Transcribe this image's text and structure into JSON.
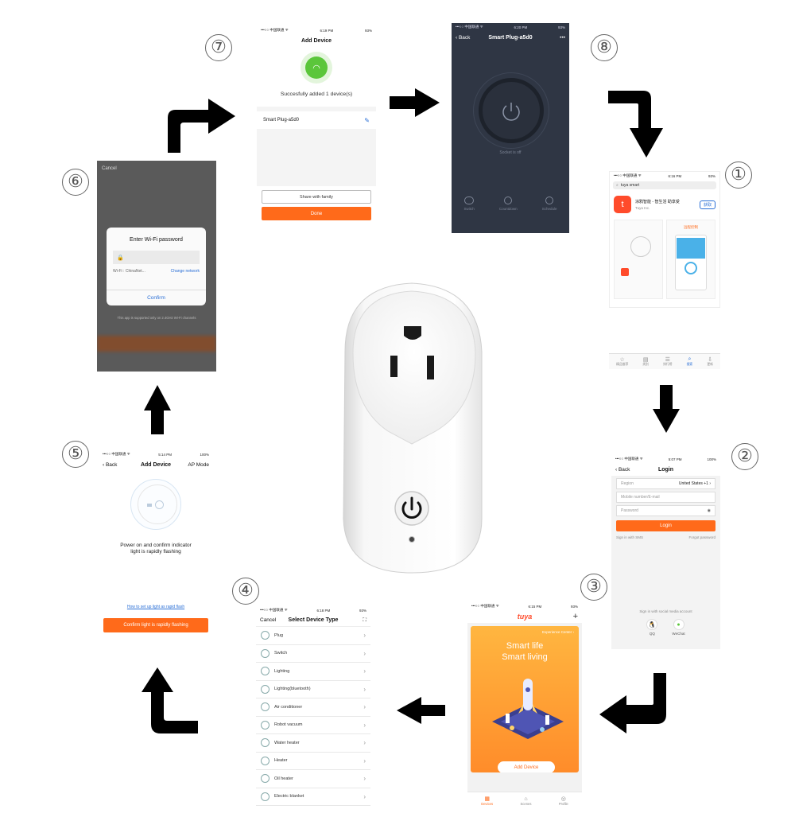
{
  "center": {
    "product_name": "smart-plug"
  },
  "step_numbers": [
    "①",
    "②",
    "③",
    "④",
    "⑤",
    "⑥",
    "⑦",
    "⑧"
  ],
  "phones": {
    "s7": {
      "carrier": "•••○○ 中国联通 ᯤ",
      "time": "6:19 PM",
      "battery": "93%",
      "title": "Add Device",
      "success": "Succesfully added 1 device(s)",
      "device": "Smart Plug-a5d0",
      "share": "Share with family",
      "done": "Done"
    },
    "s8": {
      "carrier": "•••○○ 中国联通 ᯤ",
      "time": "6:20 PM",
      "battery": "93%",
      "back": "‹ Back",
      "title": "Smart Plug-a5d0",
      "more": "•••",
      "status": "Socket is off",
      "tabs": [
        "Switch",
        "Countdown",
        "Schedule"
      ]
    },
    "s1": {
      "carrier": "•••○○ 中国联通 ᯤ",
      "time": "6:16 PM",
      "battery": "93%",
      "search": "tuya smart",
      "app_name": "涂鸦智能 - 智生活 助享受",
      "app_dev": "Tuya Inc.",
      "get": "获取",
      "shot_title": "远程控制",
      "tabs": [
        "精品推荐",
        "类别",
        "排行榜",
        "搜索",
        "更新"
      ]
    },
    "s2": {
      "carrier": "•••○○ 中国联通 ᯤ",
      "time": "5:07 PM",
      "battery": "100%",
      "back": "‹ Back",
      "title": "Login",
      "region_label": "Region",
      "region_value": "United States +1 ›",
      "mobile_ph": "Mobile number/E-mail",
      "password_ph": "Password",
      "login": "Login",
      "sms": "Sign in with SMS",
      "forgot": "Forgot password",
      "social": "Sign in with social media account",
      "qq": "QQ",
      "wechat": "WeChat"
    },
    "s3": {
      "carrier": "•••○○ 中国联通 ᯤ",
      "time": "6:15 PM",
      "battery": "93%",
      "logo": "tuya",
      "plus": "+",
      "exp": "Experience Center ›",
      "hero1": "Smart life",
      "hero2": "Smart living",
      "add": "Add Device",
      "tabs": [
        "Devices",
        "Scenes",
        "Profile"
      ]
    },
    "s4": {
      "carrier": "•••○○ 中国联通 ᯤ",
      "time": "6:18 PM",
      "battery": "93%",
      "cancel": "Cancel",
      "title": "Select Device Type",
      "scan": "⛶",
      "items": [
        "Plug",
        "Switch",
        "Lighting",
        "Lighting(bluetooth)",
        "Air conditioner",
        "Robot vacuum",
        "Water heater",
        "Heater",
        "Oil heater",
        "Electric blanket"
      ]
    },
    "s5": {
      "carrier": "•••○○ 中国联通 ᯤ",
      "time": "5:14 PM",
      "battery": "100%",
      "back": "‹ Back",
      "title": "Add Device",
      "mode": "AP Mode",
      "instr1": "Power on and confirm indicator",
      "instr2": "light is rapidly flashing",
      "link": "How to set up light as rapid flash",
      "confirm": "Confirm light is rapidly flashing"
    },
    "s6": {
      "cancel": "Cancel",
      "dialog_title": "Enter Wi-Fi password",
      "wifi": "Wi-Fi : ChinaNet...",
      "change": "Change network",
      "confirm": "Confirm",
      "note": "This app is supported only on 2.4GHz Wi-Fi channels"
    }
  },
  "colors": {
    "accent": "#ff6a1a",
    "dark_bg": "#2f3644",
    "link": "#2a6fd6",
    "green": "#5bc63b"
  }
}
